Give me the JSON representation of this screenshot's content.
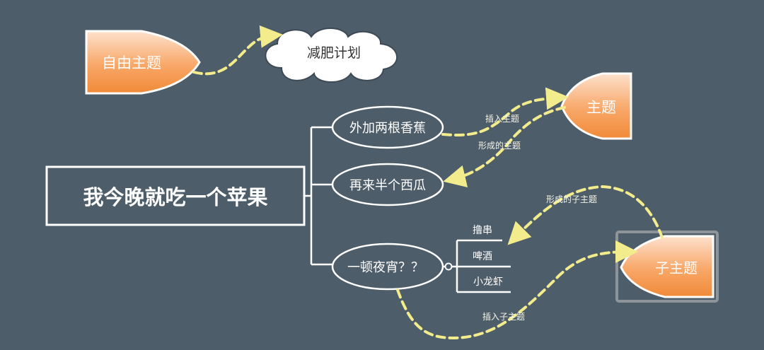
{
  "central": {
    "label": "我今晚就吃一个苹果"
  },
  "floating": {
    "label": "自由主题",
    "cloud": "减肥计划"
  },
  "branches": [
    {
      "label": "外加两根香蕉"
    },
    {
      "label": "再来半个西瓜"
    },
    {
      "label": "一顿夜宵？？",
      "children": [
        "撸串",
        "啤酒",
        "小龙虾"
      ]
    }
  ],
  "shapes": {
    "topic": "主题",
    "subtopic": "子主题"
  },
  "connectors": {
    "insert_topic": "插入主题",
    "formed_topic": "形成的主题",
    "formed_subtopic": "形成的子主题",
    "insert_subtopic": "插入子主题"
  },
  "colors": {
    "background": "#4e5d6a",
    "accent": "#f28b3c",
    "connector": "#f2ec8c"
  }
}
